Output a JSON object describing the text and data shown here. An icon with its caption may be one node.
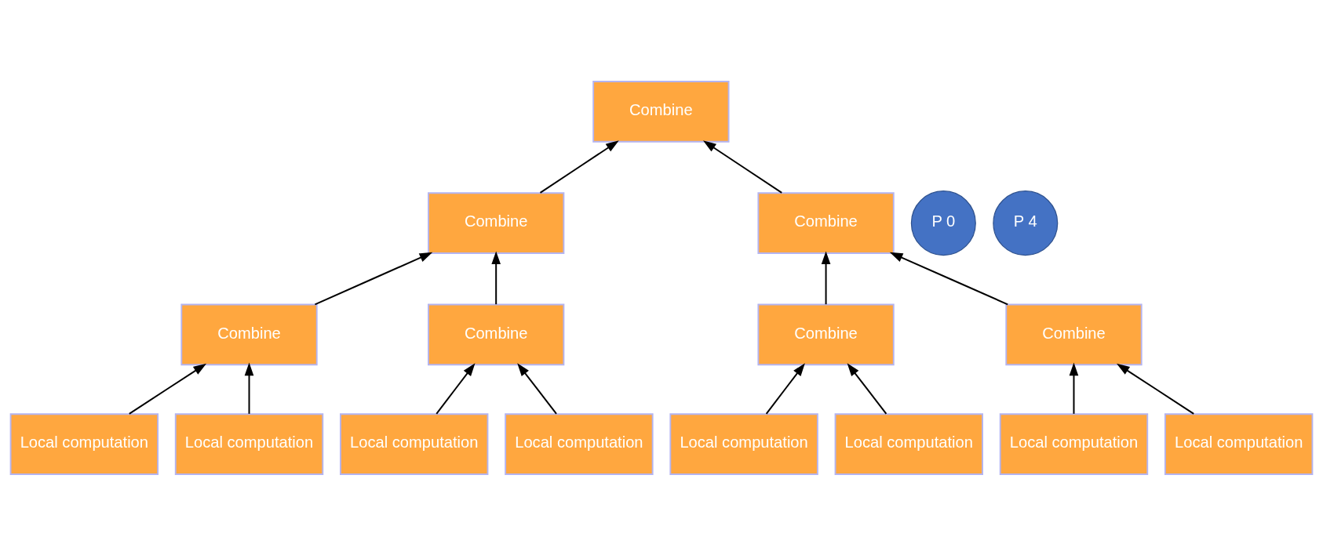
{
  "diagram": {
    "nodes": [
      {
        "text": [
          "Combine"
        ]
      },
      {
        "text": [
          "P 0"
        ]
      },
      {
        "text": [
          "Combine"
        ]
      },
      {
        "text": [
          "P 4"
        ]
      },
      {
        "text": [
          "Combine"
        ]
      },
      {
        "text": [
          "Combine"
        ]
      },
      {
        "text": [
          "Combine"
        ]
      },
      {
        "text": [
          "Combine"
        ]
      },
      {
        "text": [
          "Combine"
        ]
      },
      {
        "text": [
          "Local computation"
        ]
      },
      {
        "text": [
          "Local computation"
        ]
      },
      {
        "text": [
          "Local computation"
        ]
      },
      {
        "text": [
          "Local computation"
        ]
      },
      {
        "text": [
          "Local computation"
        ]
      },
      {
        "text": [
          "Local computation"
        ]
      },
      {
        "text": [
          "Local computation"
        ]
      },
      {
        "text": [
          "Local computation"
        ]
      }
    ],
    "edges": [
      {
        "from": 2,
        "to": 0,
        "arrow": "to"
      },
      {
        "from": 4,
        "to": 0,
        "arrow": "to"
      },
      {
        "from": 5,
        "to": 2,
        "arrow": "to"
      },
      {
        "from": 6,
        "to": 2,
        "arrow": "to"
      },
      {
        "from": 7,
        "to": 4,
        "arrow": "to"
      },
      {
        "from": 8,
        "to": 4,
        "arrow": "to"
      },
      {
        "from": 9,
        "to": 5,
        "arrow": "to"
      },
      {
        "from": 10,
        "to": 5,
        "arrow": "to"
      },
      {
        "from": 11,
        "to": 6,
        "arrow": "to"
      },
      {
        "from": 12,
        "to": 6,
        "arrow": "to"
      },
      {
        "from": 13,
        "to": 7,
        "arrow": "to"
      },
      {
        "from": 14,
        "to": 7,
        "arrow": "to"
      },
      {
        "from": 15,
        "to": 8,
        "arrow": "to"
      },
      {
        "from": 16,
        "to": 8,
        "arrow": "to"
      }
    ]
  }
}
